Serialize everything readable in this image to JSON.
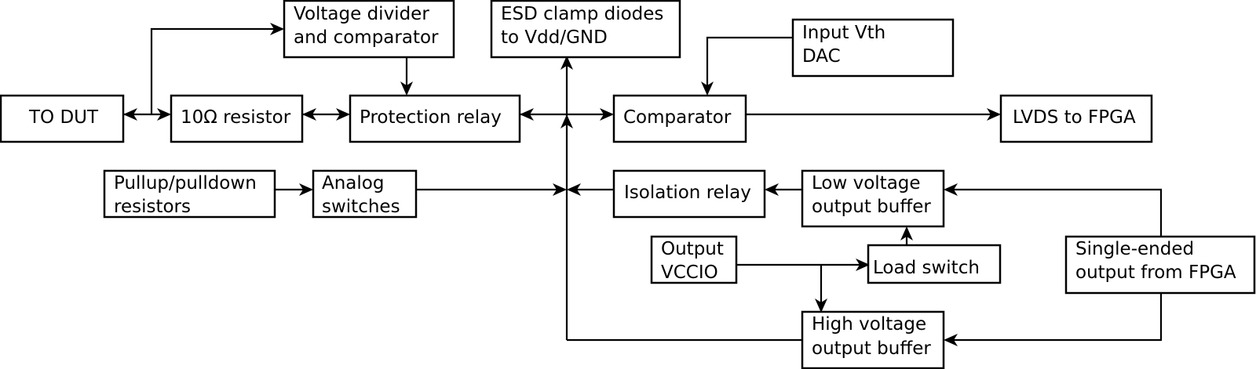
{
  "title": "Pin electronics block diagram",
  "colors": {
    "stroke": "#000000",
    "background": "#ffffff",
    "text": "#000000"
  },
  "blocks": {
    "to_dut": {
      "lines": [
        "TO DUT"
      ]
    },
    "resistor": {
      "lines": [
        "10Ω resistor"
      ]
    },
    "protection_relay": {
      "lines": [
        "Protection relay"
      ]
    },
    "voltage_divider": {
      "lines": [
        "Voltage divider",
        "and comparator"
      ]
    },
    "esd_clamp": {
      "lines": [
        "ESD clamp diodes",
        "to Vdd/GND"
      ]
    },
    "comparator": {
      "lines": [
        "Comparator"
      ]
    },
    "input_vth_dac": {
      "lines": [
        "Input Vth",
        "DAC"
      ]
    },
    "lvds_to_fpga": {
      "lines": [
        "LVDS to FPGA"
      ]
    },
    "pullup_pulldown": {
      "lines": [
        "Pullup/pulldown",
        "resistors"
      ]
    },
    "analog_switches": {
      "lines": [
        "Analog",
        "switches"
      ]
    },
    "isolation_relay": {
      "lines": [
        "Isolation relay"
      ]
    },
    "low_voltage_buffer": {
      "lines": [
        "Low voltage",
        "output buffer"
      ]
    },
    "output_vccio": {
      "lines": [
        "Output",
        "VCCIO"
      ]
    },
    "load_switch": {
      "lines": [
        "Load switch"
      ]
    },
    "high_voltage_buffer": {
      "lines": [
        "High voltage",
        "output buffer"
      ]
    },
    "single_ended_output": {
      "lines": [
        "Single-ended",
        "output from FPGA"
      ]
    }
  },
  "connections": [
    {
      "from": "resistor",
      "to": "to_dut",
      "direction": "bidirectional"
    },
    {
      "from": "to_dut",
      "to": "voltage_divider",
      "direction": "forward"
    },
    {
      "from": "resistor",
      "to": "protection_relay",
      "direction": "bidirectional"
    },
    {
      "from": "voltage_divider",
      "to": "protection_relay",
      "direction": "forward"
    },
    {
      "from": "protection_relay",
      "to": "comparator",
      "direction": "bidirectional"
    },
    {
      "from": "main_node",
      "to": "esd_clamp",
      "direction": "forward"
    },
    {
      "from": "input_vth_dac",
      "to": "comparator",
      "direction": "forward"
    },
    {
      "from": "comparator",
      "to": "lvds_to_fpga",
      "direction": "forward"
    },
    {
      "from": "pullup_pulldown",
      "to": "analog_switches",
      "direction": "forward"
    },
    {
      "from": "analog_switches",
      "to": "main_node",
      "direction": "forward"
    },
    {
      "from": "isolation_relay",
      "to": "main_node",
      "direction": "forward"
    },
    {
      "from": "low_voltage_buffer",
      "to": "isolation_relay",
      "direction": "forward"
    },
    {
      "from": "single_ended_output",
      "to": "low_voltage_buffer",
      "direction": "forward"
    },
    {
      "from": "single_ended_output",
      "to": "high_voltage_buffer",
      "direction": "forward"
    },
    {
      "from": "output_vccio",
      "to": "load_switch",
      "direction": "forward"
    },
    {
      "from": "output_vccio",
      "to": "high_voltage_buffer",
      "direction": "forward"
    },
    {
      "from": "load_switch",
      "to": "low_voltage_buffer",
      "direction": "forward"
    },
    {
      "from": "high_voltage_buffer",
      "to": "main_node",
      "direction": "forward"
    }
  ]
}
